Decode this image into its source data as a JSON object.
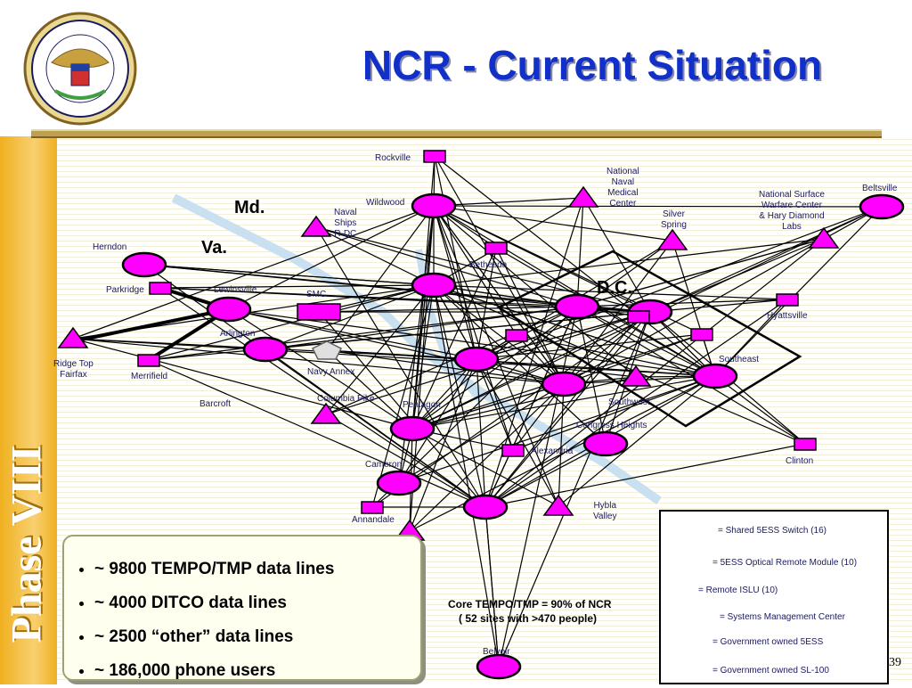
{
  "title": "NCR - Current Situation",
  "sidebar_text": "Phase VIII",
  "page_number": "39",
  "region_labels": {
    "md": "Md.",
    "va": "Va.",
    "dc": "D.C."
  },
  "site_labels": {
    "rockville": "Rockville",
    "nnmc": "National\nNaval\nMedical\nCenter",
    "beltsville": "Beltsville",
    "nswc": "National Surface\nWarfare Center\n& Hary Diamond\nLabs",
    "wildwood": "Wildwood",
    "naval_ships": "Naval\nShips\nR-DC",
    "silver_spring": "Silver\nSpring",
    "herndon": "Herndon",
    "bethesda": "Bethesda",
    "parkridge": "Parkridge",
    "lewinsville": "Lewinsville",
    "smc": "SMC",
    "hyattsville": "Hyattsville",
    "arlington": "Arlington",
    "ridge_top": "Ridge Top\nFairfax",
    "merrifield": "Merrifield",
    "navy_annex": "Navy Annex",
    "southeast": "Southeast",
    "barcroft": "Barcroft",
    "columbia_pike": "Columbia Pike",
    "pentagon": "Pentagon",
    "southwest": "Southwest",
    "congress_heights": "Congress Heights",
    "alexandria": "Alexandria",
    "clinton": "Clinton",
    "cameron": "Cameron",
    "hybla": "Hybla\nValley",
    "annandale": "Annandale",
    "belvoir": "Belvoir"
  },
  "bullets": [
    "~ 9800 TEMPO/TMP data lines",
    "~ 4000 DITCO data lines",
    "~ 2500 “other” data lines",
    "~ 186,000 phone users"
  ],
  "core_note": {
    "line1": "Core TEMPO/TMP = 90% of NCR",
    "line2": "( 52 sites with >470 people)"
  },
  "legend": [
    {
      "key": "shared",
      "label": "=  Shared 5ESS Switch (16)"
    },
    {
      "key": "orm",
      "label": "=  5ESS Optical Remote Module (10)"
    },
    {
      "key": "islu",
      "label": "=  Remote ISLU (10)"
    },
    {
      "key": "smc",
      "label": "=  Systems Management Center"
    },
    {
      "key": "gov5ess",
      "label": "=  Government owned 5ESS"
    },
    {
      "key": "sl100",
      "label": "=  Government owned SL-100"
    }
  ],
  "colors": {
    "node_fill": "#ff00ff",
    "node_stroke": "#000000",
    "title": "#1030c8",
    "river": "#c8e0f0",
    "sidebar": "#f0b020"
  }
}
